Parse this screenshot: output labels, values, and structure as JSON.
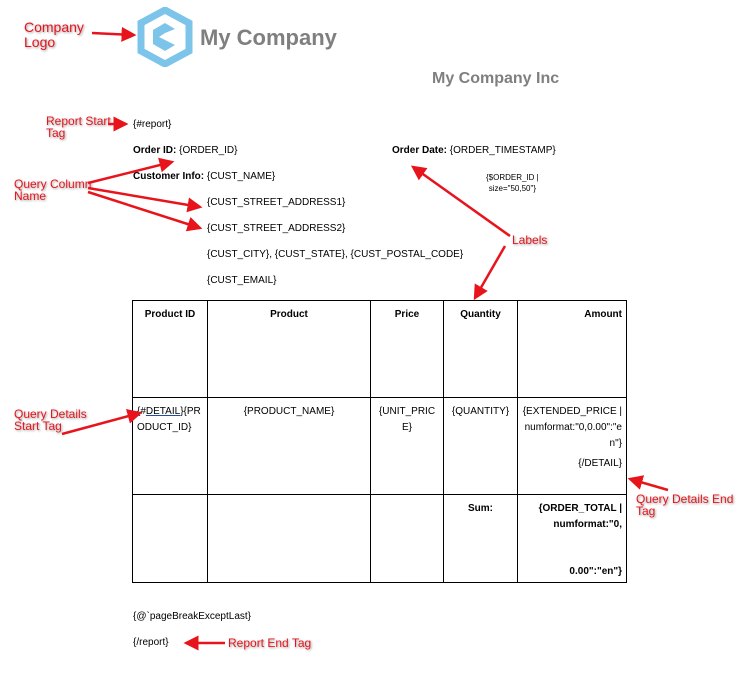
{
  "logo": {
    "brand_text": "My Company"
  },
  "company_name": "My Company Inc",
  "tags": {
    "report_start": "{#report}",
    "page_break": "{@`pageBreakExceptLast}",
    "report_end": "{/report}"
  },
  "order": {
    "id_label": "Order ID:",
    "id_value": "{ORDER_ID}",
    "date_label": "Order Date:",
    "date_value": "{ORDER_TIMESTAMP}",
    "barcode": "{$ORDER_ID |",
    "barcode2": "size=\"50,50\"}"
  },
  "customer": {
    "label": "Customer Info:",
    "name": "{CUST_NAME}",
    "addr1": "{CUST_STREET_ADDRESS1}",
    "addr2": "{CUST_STREET_ADDRESS2}",
    "city": "{CUST_CITY}, {CUST_STATE}, {CUST_POSTAL_CODE}",
    "email": "{CUST_EMAIL}"
  },
  "table": {
    "headers": [
      "Product ID",
      "Product",
      "Price",
      "Quantity",
      "Amount"
    ],
    "row": {
      "detail_open": "{#",
      "detail_word": "DETAIL",
      "product_id": "}{PRODUCT_ID}",
      "product_name": "{PRODUCT_NAME}",
      "price": "{UNIT_PRICE}",
      "quantity": "{QUANTITY}",
      "amount": "{EXTENDED_PRICE | numformat:\"0,0.00\":\"en\"}",
      "detail_close": "{/DETAIL}"
    },
    "sum": {
      "label": "Sum:",
      "total1": "{ORDER_TOTAL | numformat:\"0,",
      "total2": "0.00\":\"en\"}"
    }
  },
  "annotations": {
    "logo": "Company Logo",
    "report_start": "Report Start Tag",
    "column_name": "Query Column Name",
    "labels": "Labels",
    "details_start": "Query Details Start Tag",
    "details_end": "Query Details End Tag",
    "report_end": "Report End Tag"
  }
}
